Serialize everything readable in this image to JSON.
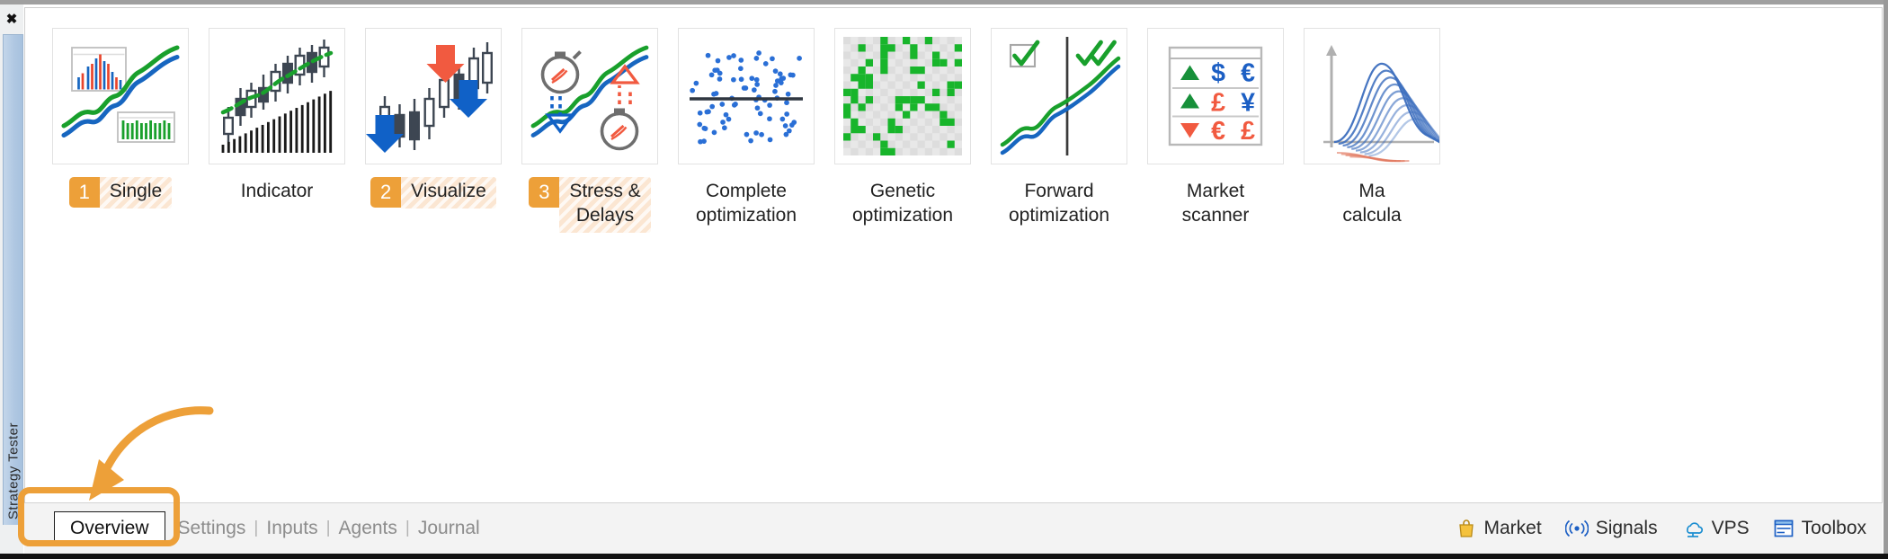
{
  "window": {
    "dock_tab_label": "Strategy Tester",
    "close_icon": "close-icon"
  },
  "gallery": {
    "items": [
      {
        "step": "1",
        "label": "Single",
        "highlighted": true,
        "icon": "single-test-chart-icon"
      },
      {
        "step": "",
        "label": "Indicator",
        "highlighted": false,
        "icon": "indicator-candles-icon"
      },
      {
        "step": "2",
        "label": "Visualize",
        "highlighted": true,
        "icon": "visualize-arrows-candles-icon"
      },
      {
        "step": "3",
        "label": "Stress &\nDelays",
        "highlighted": true,
        "icon": "stopwatch-delays-icon"
      },
      {
        "step": "",
        "label": "Complete\noptimization",
        "highlighted": false,
        "icon": "scatter-optimization-icon"
      },
      {
        "step": "",
        "label": "Genetic\noptimization",
        "highlighted": false,
        "icon": "genetic-grid-icon"
      },
      {
        "step": "",
        "label": "Forward\noptimization",
        "highlighted": false,
        "icon": "forward-split-chart-icon"
      },
      {
        "step": "",
        "label": "Market scanner",
        "highlighted": false,
        "icon": "market-scanner-table-icon"
      },
      {
        "step": "",
        "label": "Ma\ncalcula",
        "highlighted": false,
        "icon": "math-surface-icon"
      }
    ]
  },
  "tabstrip": {
    "overview_label": "Overview",
    "separator": "|",
    "links": [
      "Settings",
      "Inputs",
      "Agents",
      "Journal"
    ],
    "status": [
      {
        "label": "Market",
        "icon": "market-bag-icon"
      },
      {
        "label": "Signals",
        "icon": "signals-broadcast-icon"
      },
      {
        "label": "VPS",
        "icon": "vps-cloud-icon"
      },
      {
        "label": "Toolbox",
        "icon": "toolbox-panel-icon"
      }
    ]
  },
  "colors": {
    "accent_orange": "#eda039",
    "highlight_fill": "#fbe6d2",
    "link_gray": "#8c8c8c",
    "chart_blue": "#1766c0",
    "chart_green": "#19a02c",
    "candle_dark": "#3d4652",
    "arrow_red": "#f15a40",
    "arrow_blue": "#1061c7"
  }
}
